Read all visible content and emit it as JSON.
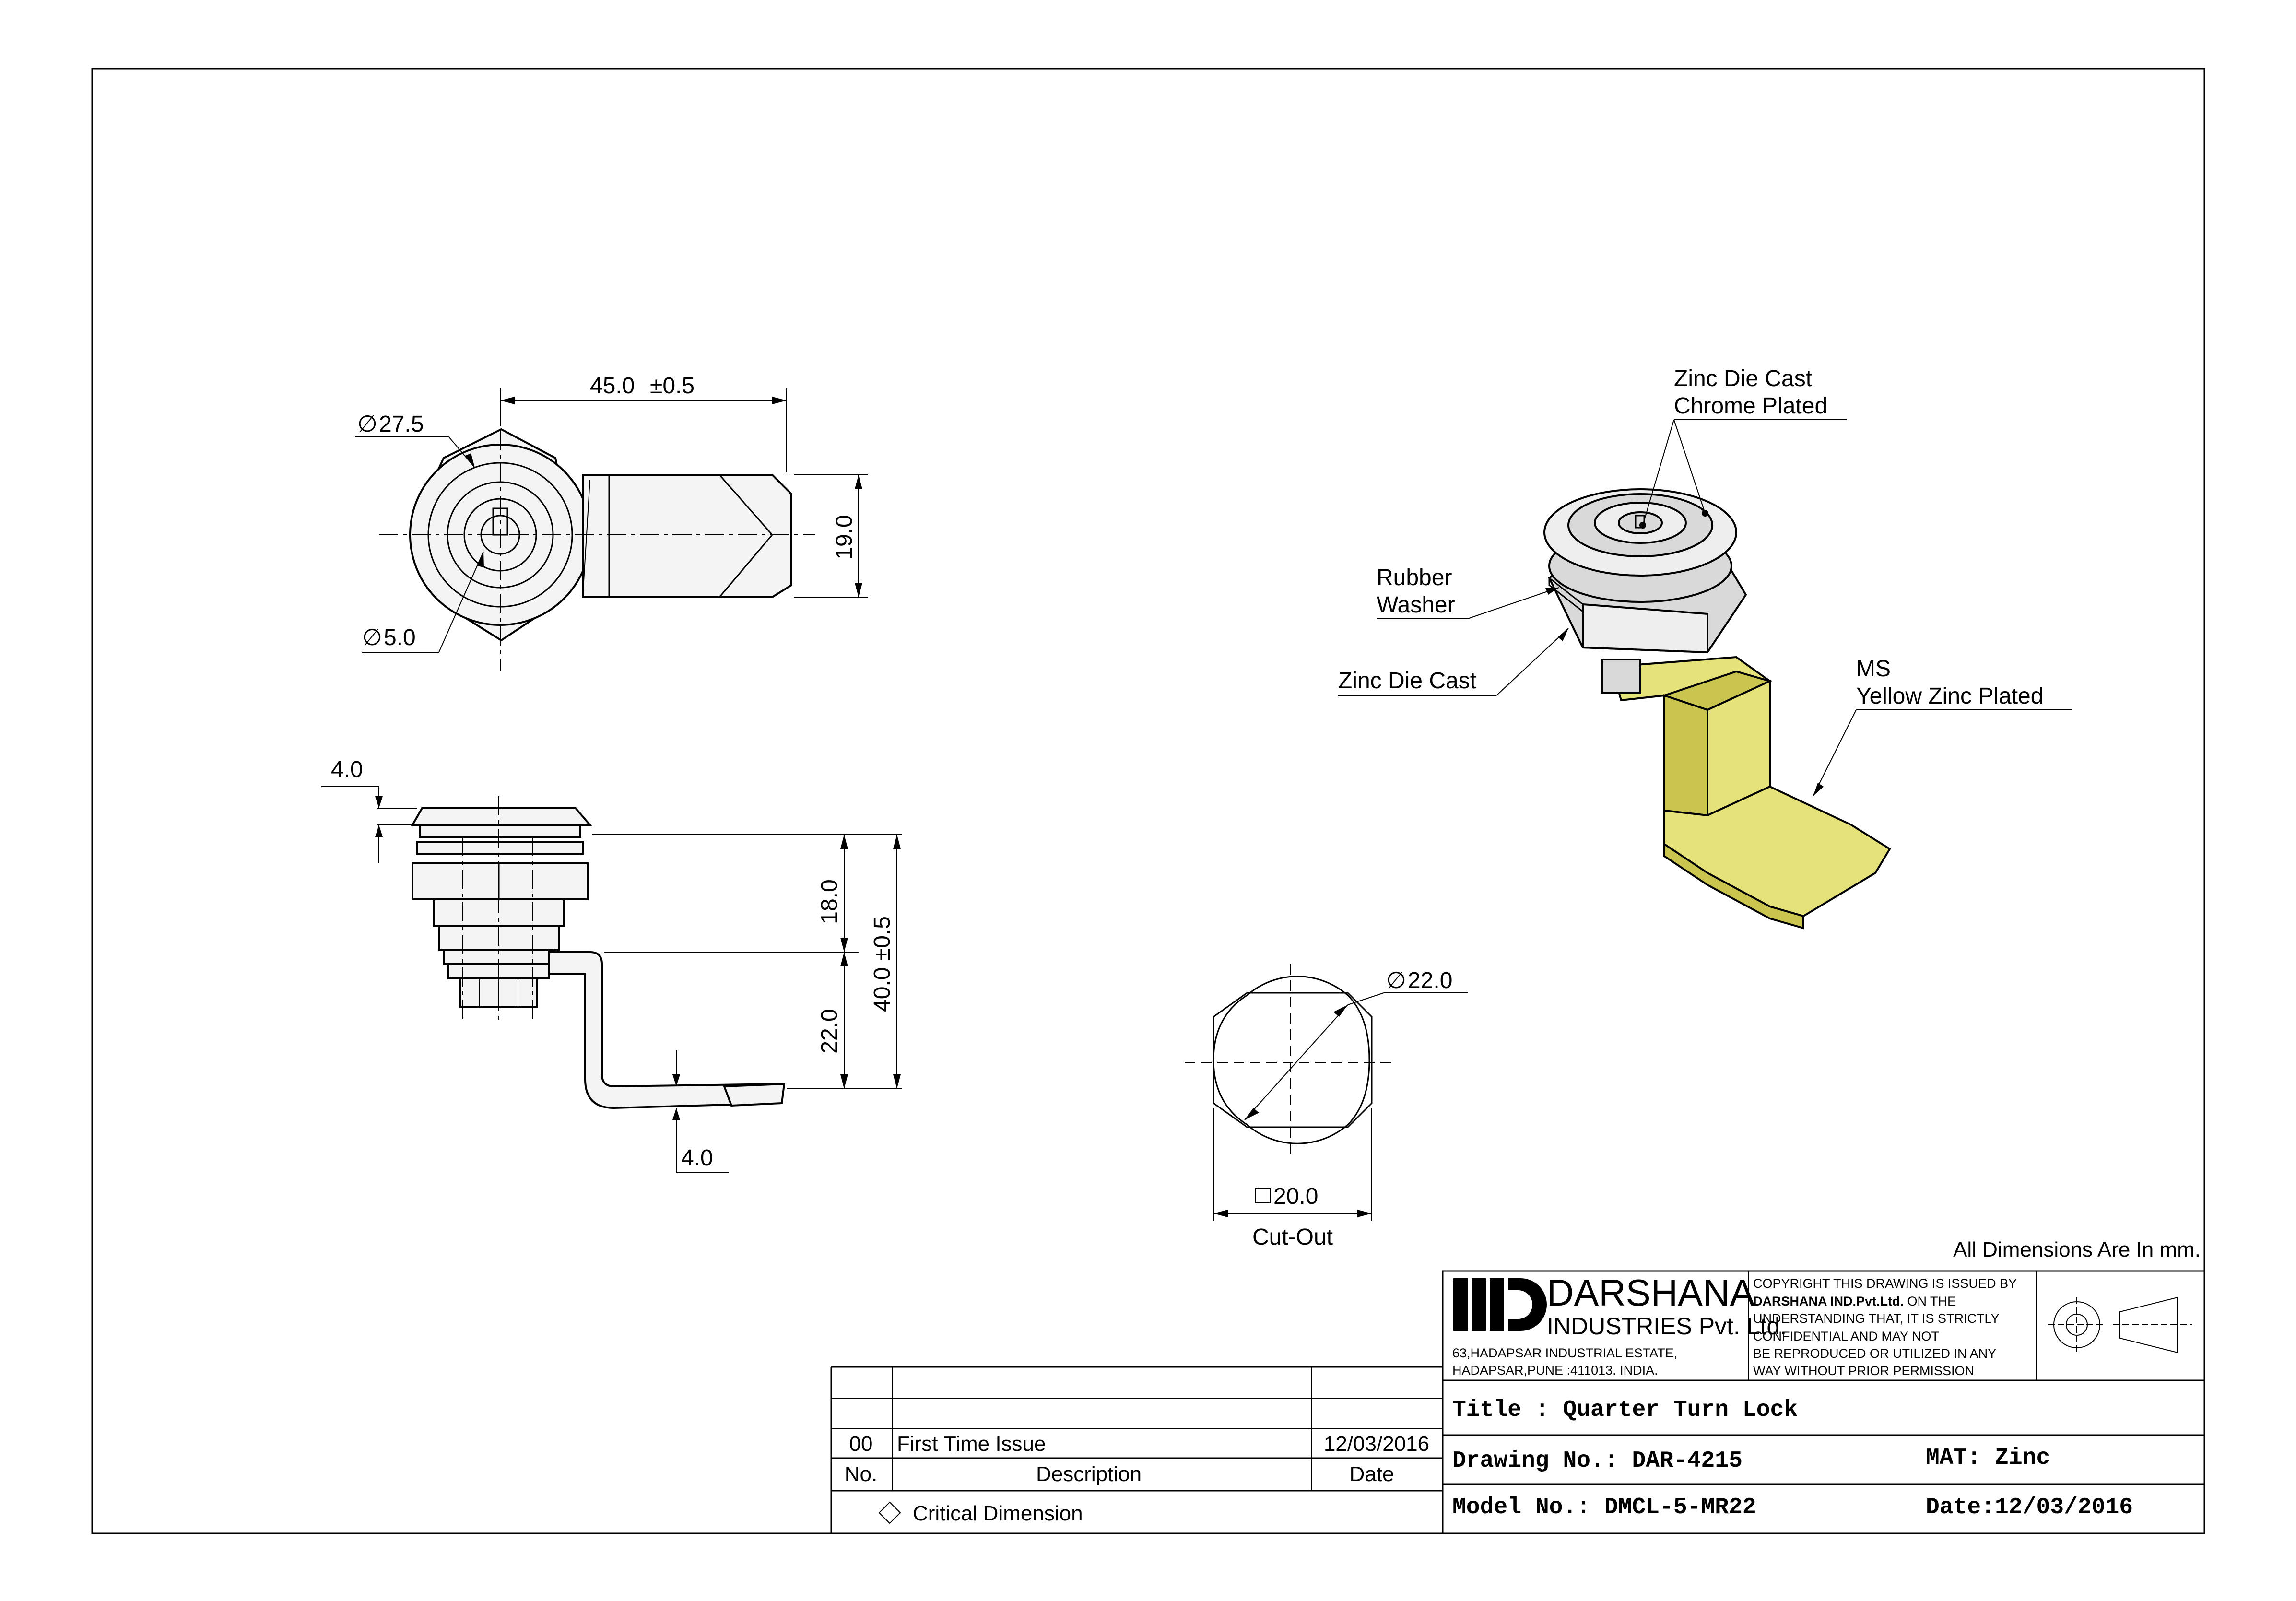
{
  "drawing": {
    "top_view": {
      "dim_length": "45.0",
      "dim_length_tol": "±0.5",
      "dim_outer_dia": "27.5",
      "dim_inner_dia": "5.0",
      "dim_width": "19.0"
    },
    "side_view": {
      "dim_cap": "4.0",
      "dim_upper": "18.0",
      "dim_lower": "22.0",
      "dim_total": "40.0 ±0.5",
      "dim_cam": "4.0"
    },
    "cutout": {
      "dim_dia": "22.0",
      "dim_square": "20.0",
      "label": "Cut-Out"
    },
    "iso_view": {
      "callout_1_line1": "Zinc Die Cast",
      "callout_1_line2": "Chrome Plated",
      "callout_2_line1": "Rubber",
      "callout_2_line2": "Washer",
      "callout_3": "Zinc Die Cast",
      "callout_4_line1": "MS",
      "callout_4_line2": "Yellow Zinc Plated"
    },
    "units_note": "All Dimensions Are In mm."
  },
  "revisions": {
    "rows": [
      {
        "no": "",
        "description": "",
        "date": ""
      },
      {
        "no": "",
        "description": "",
        "date": ""
      },
      {
        "no": "00",
        "description": "First Time Issue",
        "date": "12/03/2016"
      }
    ],
    "headers": {
      "no": "No.",
      "description": "Description",
      "date": "Date"
    },
    "legend": "Critical Dimension"
  },
  "title_block": {
    "company_name": "DARSHANA",
    "company_sub": "INDUSTRIES Pvt. Ltd.",
    "address_line1": "63,HADAPSAR INDUSTRIAL ESTATE,",
    "address_line2": "HADAPSAR,PUNE :411013. INDIA.",
    "copyright_lines": [
      "COPYRIGHT THIS DRAWING IS ISSUED BY",
      "DARSHANA IND.Pvt.Ltd.",
      " ON THE",
      "UNDERSTANDING THAT, IT IS STRICTLY",
      "CONFIDENTIAL AND MAY NOT",
      "BE REPRODUCED OR UTILIZED IN ANY",
      "WAY WITHOUT PRIOR PERMISSION"
    ],
    "title": "Title : Quarter Turn Lock",
    "drawing_no": "Drawing No.: DAR-4215",
    "material": "MAT: Zinc",
    "model_no": "Model No.: DMCL-5-MR22",
    "date": "Date:12/03/2016"
  }
}
